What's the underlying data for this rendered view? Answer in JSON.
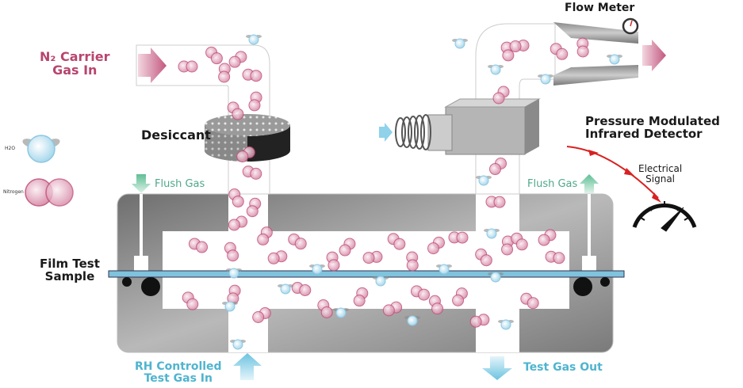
{
  "title": "Pressure Modulated Infrared Water Vapor Transmission Test Cell",
  "labels": {
    "n2_carrier_line1": "N₂ Carrier",
    "n2_carrier_line2": "Gas In",
    "desiccant": "Desiccant",
    "flow_meter": "Flow Meter",
    "detector_line1": "Pressure Modulated",
    "detector_line2": "Infrared Detector",
    "electrical_line1": "Electrical",
    "electrical_line2": "Signal",
    "flush_gas_left": "Flush Gas",
    "flush_gas_right": "Flush Gas",
    "film_line1": "Film Test",
    "film_line2": "Sample",
    "rh_line1": "RH Controlled",
    "rh_line2": "Test Gas In",
    "test_gas_out": "Test Gas Out"
  },
  "legend": [
    {
      "name": "H2O",
      "icon": "water-molecule-icon"
    },
    {
      "name": "Nitrogen",
      "icon": "nitrogen-molecule-icon"
    }
  ],
  "colors": {
    "nitrogen": "#c0507a",
    "water": "#8fcbe6",
    "flush": "#5fbf95",
    "film": "#7fc3dc",
    "signal": "#d92121",
    "body": "#8a8a8a"
  }
}
